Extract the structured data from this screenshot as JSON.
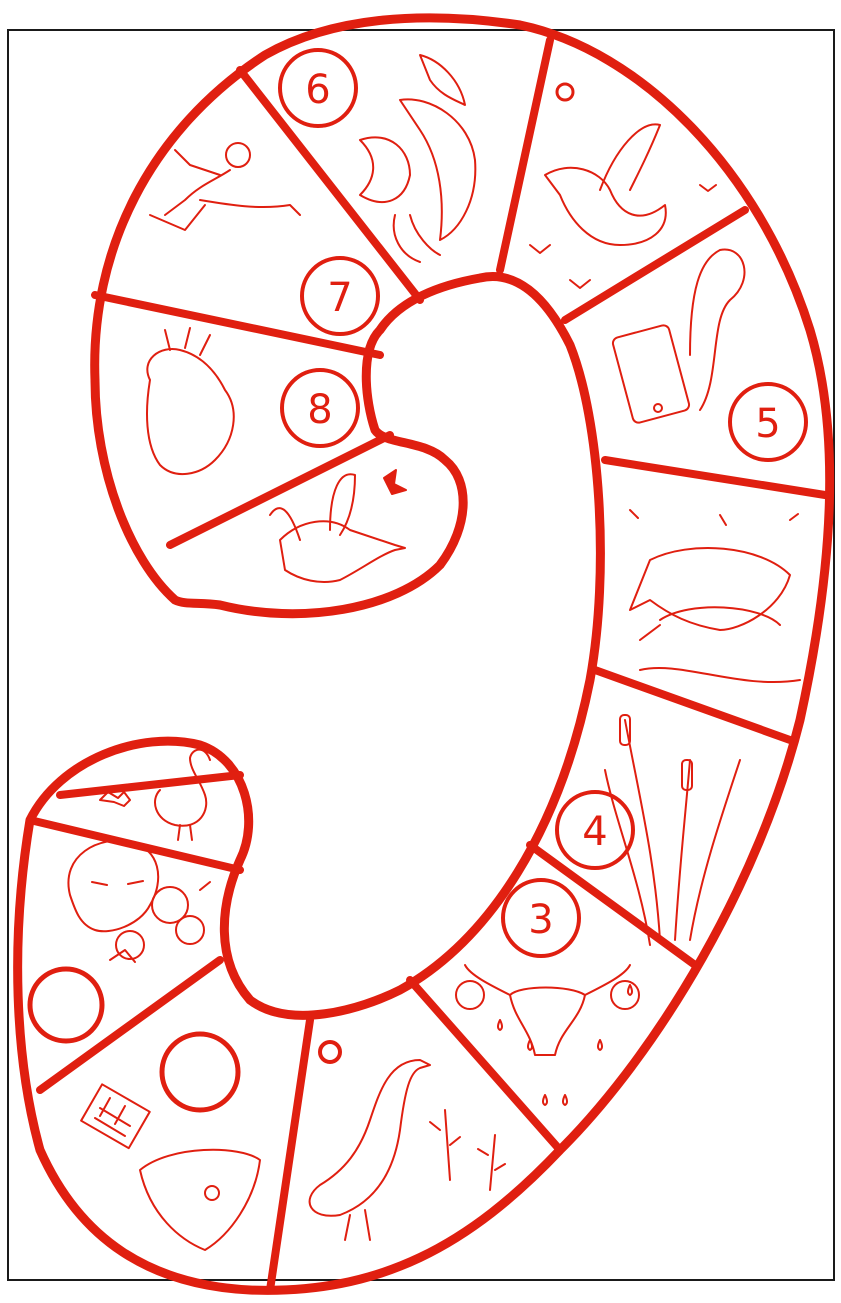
{
  "board": {
    "ink_color": "#e01f10",
    "frame_color": "#1a1a1a",
    "background_color": "#ffffff",
    "spaces": [
      {
        "id": "blank-1",
        "number": "",
        "icon": "blank-circle-icon"
      },
      {
        "id": "goose-start",
        "number": "",
        "icon": "goose-chicks-icon"
      },
      {
        "id": "mask",
        "number": "",
        "icon": "mask-roses-icon"
      },
      {
        "id": "blank-2",
        "number": "",
        "icon": "blank-circle-icon"
      },
      {
        "id": "underwear",
        "number": "",
        "icon": "underwear-chocolate-icon"
      },
      {
        "id": "goose-sprigs",
        "number": "",
        "icon": "goose-sprigs-icon"
      },
      {
        "id": "uterus",
        "number": "3",
        "icon": "uterus-blood-icon"
      },
      {
        "id": "cattails",
        "number": "4",
        "icon": "cattails-icon"
      },
      {
        "id": "drinking-geese",
        "number": "",
        "icon": "geese-drinking-icon"
      },
      {
        "id": "phone",
        "number": "5",
        "icon": "phone-earphones-icon"
      },
      {
        "id": "goose-flap",
        "number": "",
        "icon": "goose-flapping-icon"
      },
      {
        "id": "dolphins",
        "number": "6",
        "icon": "dolphins-icon"
      },
      {
        "id": "runner",
        "number": "7",
        "icon": "hurdler-icon"
      },
      {
        "id": "heart",
        "number": "8",
        "icon": "anatomical-heart-icon"
      },
      {
        "id": "flying-goose",
        "number": "",
        "icon": "goose-flying-icon"
      }
    ]
  }
}
